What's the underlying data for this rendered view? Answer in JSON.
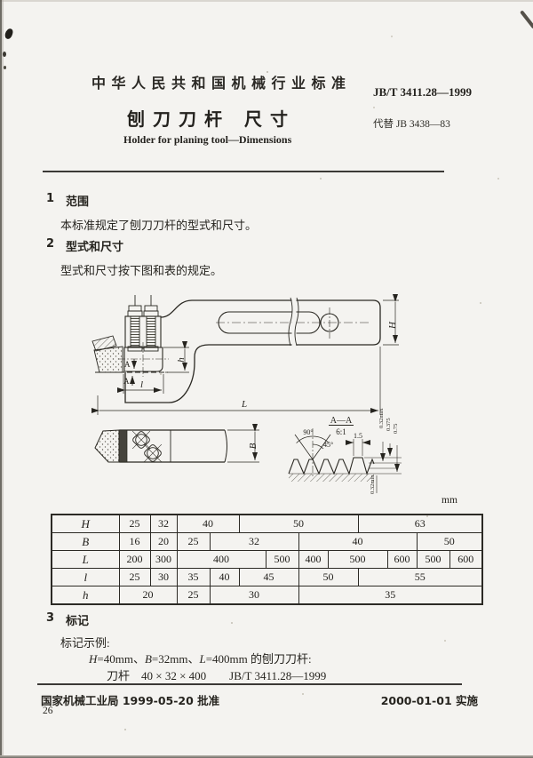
{
  "header": {
    "authority": "中华人民共和国机械行业标准",
    "std_no": "JB/T 3411.28—1999",
    "title_cn": "刨刀刀杆 尺寸",
    "replaces": "代替 JB 3438—83",
    "title_en": "Holder for planing tool—Dimensions"
  },
  "scope": {
    "no": "1",
    "title": "范围",
    "body": "本标准规定了刨刀刀杆的型式和尺寸。"
  },
  "type_dim": {
    "no": "2",
    "title": "型式和尺寸",
    "body": "型式和尺寸按下图和表的规定。"
  },
  "drawing": {
    "dim_H": "H",
    "dim_B": "B",
    "dim_L": "L",
    "dim_l": "l",
    "dim_h": "h",
    "section_mark": "A",
    "section_title": "A—A",
    "section_scale": "6:1",
    "angle_90": "90°",
    "angle_45": "45°",
    "pitch": "1.5",
    "r_max": "0.32max",
    "r_mid": "0.375",
    "r_top": "0.75",
    "r_min": "0.32min",
    "unit": "mm"
  },
  "table": {
    "rows": [
      {
        "label": "H",
        "cells": [
          {
            "v": "25"
          },
          {
            "v": "32"
          },
          {
            "v": "40"
          },
          {
            "v": "50"
          },
          {
            "v": "63"
          }
        ]
      },
      {
        "label": "B",
        "cells": [
          {
            "v": "16"
          },
          {
            "v": "20"
          },
          {
            "v": "25"
          },
          {
            "v": "32"
          },
          {
            "v": "40"
          },
          {
            "v": "50"
          }
        ]
      },
      {
        "label": "L",
        "cells": [
          {
            "v": "200"
          },
          {
            "v": "300"
          },
          {
            "v": "400"
          },
          {
            "v": "500"
          },
          {
            "v": "400"
          },
          {
            "v": "500"
          },
          {
            "v": "600"
          },
          {
            "v": "500"
          },
          {
            "v": "600"
          }
        ]
      },
      {
        "label": "l",
        "cells": [
          {
            "v": "25"
          },
          {
            "v": "30"
          },
          {
            "v": "35"
          },
          {
            "v": "40"
          },
          {
            "v": "45"
          },
          {
            "v": "50"
          },
          {
            "v": "55"
          }
        ]
      },
      {
        "label": "h",
        "cells": [
          {
            "v": "20"
          },
          {
            "v": "25"
          },
          {
            "v": "30"
          },
          {
            "v": "35"
          }
        ]
      }
    ]
  },
  "marking": {
    "no": "3",
    "title": "标记",
    "example_label": "标记示例:",
    "parts": [
      {
        "i": "H",
        "t": "=40mm、"
      },
      {
        "i": "B",
        "t": "=32mm、"
      },
      {
        "i": "L",
        "t": "=400mm 的刨刀刀杆:"
      }
    ],
    "designation": "刀杆　40 × 32 × 400　　JB/T 3411.28—1999"
  },
  "footer": {
    "approve": "国家机械工业局  1999-05-20  批准",
    "implement": "2000-01-01  实施",
    "page": "26"
  }
}
